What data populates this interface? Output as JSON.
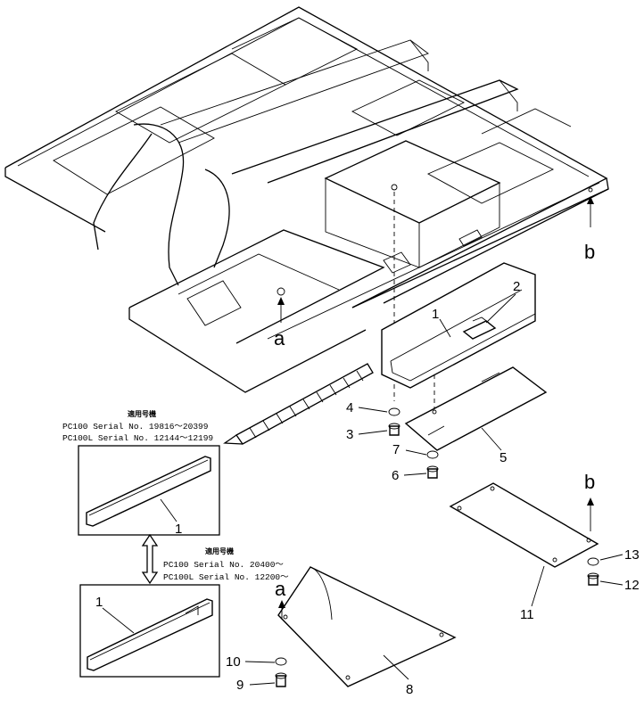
{
  "labels": {
    "p1": "1",
    "p2": "2",
    "p3": "3",
    "p4": "4",
    "p5": "5",
    "p6": "6",
    "p7": "7",
    "p8": "8",
    "p9": "9",
    "p10": "10",
    "p11": "11",
    "p12": "12",
    "p13": "13",
    "a": "a",
    "b": "b"
  },
  "inset_top": {
    "heading": "適用号機",
    "line1": "PC100  Serial No. 19816～20399",
    "line2": "PC100L Serial No. 12144～12199",
    "part": "1"
  },
  "inset_bottom": {
    "heading": "適用号機",
    "line1": "PC100  Serial No. 20400～",
    "line2": "PC100L Serial No. 12200～",
    "part": "1"
  }
}
